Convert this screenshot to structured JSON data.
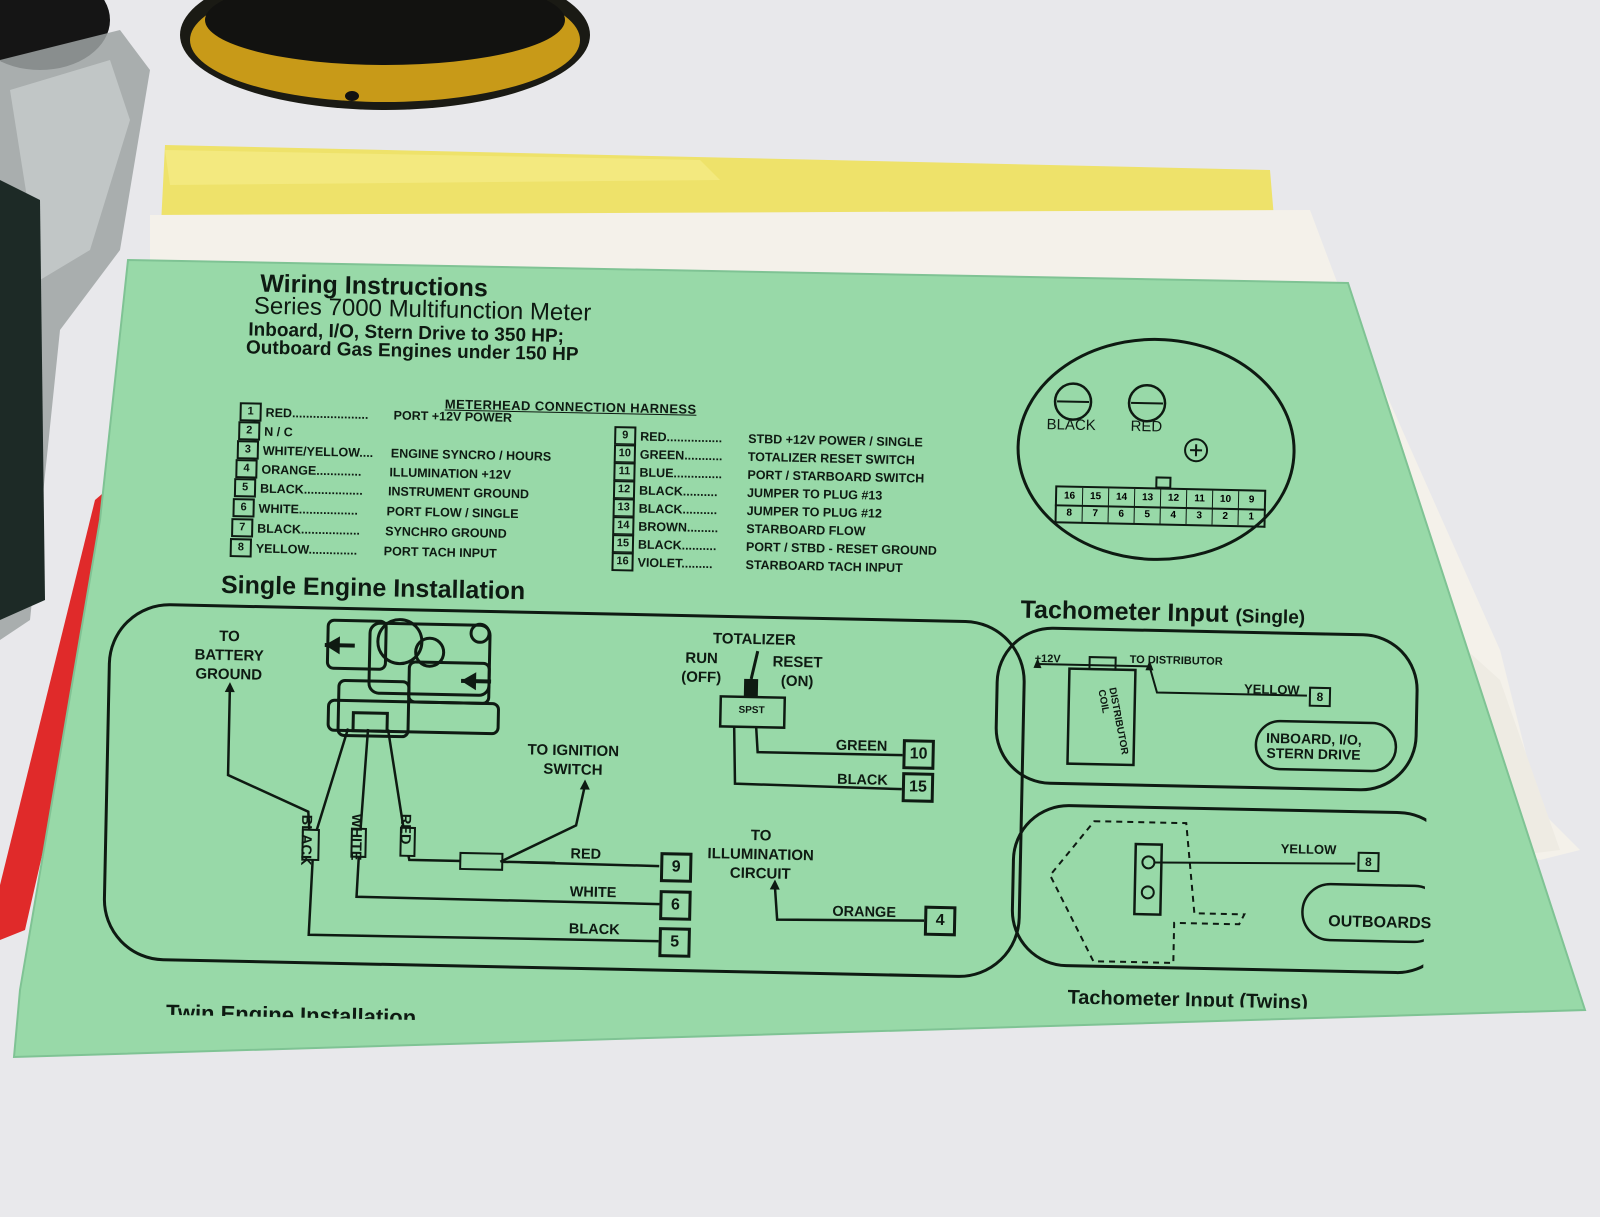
{
  "document": {
    "title": "Wiring Instructions",
    "subtitle": "Series 7000 Multifunction Meter",
    "line2": "Inboard, I/O, Stern Drive to 350 HP;",
    "line3": "Outboard Gas Engines under 150 HP"
  },
  "harness": {
    "title": "METERHEAD CONNECTION HARNESS",
    "left": [
      {
        "pin": "1",
        "wire": "RED......................",
        "function": "PORT +12V POWER"
      },
      {
        "pin": "2",
        "wire": "N / C",
        "function": ""
      },
      {
        "pin": "3",
        "wire": "WHITE/YELLOW....",
        "function": "ENGINE SYNCRO / HOURS"
      },
      {
        "pin": "4",
        "wire": "ORANGE.............",
        "function": "ILLUMINATION +12V"
      },
      {
        "pin": "5",
        "wire": "BLACK.................",
        "function": "INSTRUMENT GROUND"
      },
      {
        "pin": "6",
        "wire": "WHITE.................",
        "function": "PORT FLOW / SINGLE"
      },
      {
        "pin": "7",
        "wire": "BLACK.................",
        "function": "SYNCHRO GROUND"
      },
      {
        "pin": "8",
        "wire": "YELLOW..............",
        "function": "PORT TACH INPUT"
      }
    ],
    "right": [
      {
        "pin": "9",
        "wire": "RED................",
        "function": "STBD +12V POWER / SINGLE"
      },
      {
        "pin": "10",
        "wire": "GREEN...........",
        "function": "TOTALIZER RESET SWITCH"
      },
      {
        "pin": "11",
        "wire": "BLUE..............",
        "function": "PORT / STARBOARD SWITCH"
      },
      {
        "pin": "12",
        "wire": "BLACK..........",
        "function": "JUMPER TO PLUG #13"
      },
      {
        "pin": "13",
        "wire": "BLACK..........",
        "function": "JUMPER TO PLUG #12"
      },
      {
        "pin": "14",
        "wire": "BROWN.........",
        "function": "STARBOARD FLOW"
      },
      {
        "pin": "15",
        "wire": "BLACK..........",
        "function": "PORT / STBD - RESET GROUND"
      },
      {
        "pin": "16",
        "wire": "VIOLET.........",
        "function": "STARBOARD TACH INPUT"
      }
    ]
  },
  "meter_back": {
    "terminal_left": "BLACK",
    "terminal_right": "RED",
    "top_row": [
      "16",
      "15",
      "14",
      "13",
      "12",
      "11",
      "10",
      "9"
    ],
    "bottom_row": [
      "8",
      "7",
      "6",
      "5",
      "4",
      "3",
      "2",
      "1"
    ]
  },
  "single_engine": {
    "title": "Single Engine Installation",
    "battery_label": "TO\nBATTERY\nGROUND",
    "ignition_label": "TO IGNITION\nSWITCH",
    "totalizer_label": "TOTALIZER",
    "run_label": "RUN\n(OFF)",
    "reset_label": "RESET\n(ON)",
    "switch_label": "SPST",
    "illumination_label": "TO\nILLUMINATION\nCIRCUIT",
    "vertical_wires": [
      "BLACK",
      "WHITE",
      "RED"
    ],
    "connections": [
      {
        "wire": "GREEN",
        "pin": "10"
      },
      {
        "wire": "BLACK",
        "pin": "15"
      },
      {
        "wire": "RED",
        "pin": "9"
      },
      {
        "wire": "WHITE",
        "pin": "6"
      },
      {
        "wire": "BLACK",
        "pin": "5"
      },
      {
        "wire": "ORANGE",
        "pin": "4"
      }
    ]
  },
  "tach_input": {
    "title": "Tachometer Input",
    "title_suffix": "(Single)",
    "plus12v": "+12V",
    "to_distributor": "TO DISTRIBUTOR",
    "coil_label": "DISTRIBUTOR\nCOIL",
    "inboard_wire": "YELLOW",
    "inboard_pin": "8",
    "inboard_label": "INBOARD, I/O,\nSTERN DRIVE",
    "outboard_wire": "YELLOW",
    "outboard_pin": "8",
    "outboard_label": "OUTBOARDS"
  },
  "footer": {
    "twin_engine": "Twin Engine Installation",
    "tach_twins": "Tachometer Input (Twins)"
  },
  "colors": {
    "sheet_green": "#98d9a8",
    "ink": "#0e1a12",
    "yellow_paper": "#eee26a",
    "red_paper": "#e02a2a",
    "table": "#e9e9ec"
  }
}
